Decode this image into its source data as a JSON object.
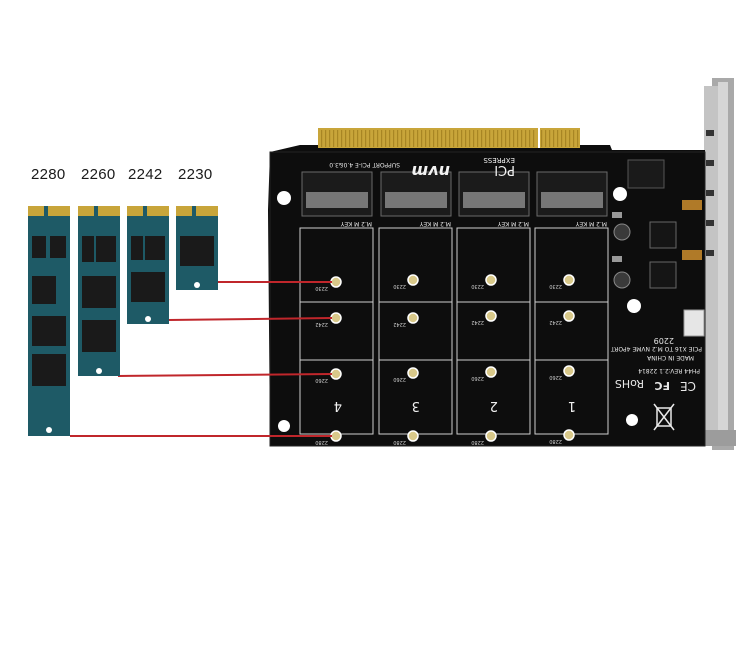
{
  "ssd_sizes": [
    {
      "label": "2280"
    },
    {
      "label": "2260"
    },
    {
      "label": "2242"
    },
    {
      "label": "2230"
    }
  ],
  "board": {
    "brand_nvme": "nvm",
    "brand_express": "EXPRESS",
    "brand_pci": "PCI",
    "pcie_support": "SUPPORT PCI-E 4.0&3.0",
    "slot_key_label": "M.2 M KEY",
    "slot_numbers": [
      "4",
      "3",
      "2",
      "1"
    ],
    "hole_labels": [
      "2230",
      "2242",
      "2260",
      "2280"
    ],
    "model": "PH44 REV:2.1 22814",
    "description": "PCIE X16 TO M.2 NVME 4PORT",
    "origin": "MADE IN CHINA",
    "date_code": "2209",
    "cert_rohs": "RoHS",
    "cert_fc": "FC",
    "cert_ce": "CE"
  },
  "colors": {
    "ssd_pcb": "#1e5a66",
    "ssd_chip": "#1a1a1a",
    "gold": "#c8a53a",
    "board": "#0d0d0d",
    "connector_line": "#c0262b",
    "bracket": "#b9b9b9"
  }
}
